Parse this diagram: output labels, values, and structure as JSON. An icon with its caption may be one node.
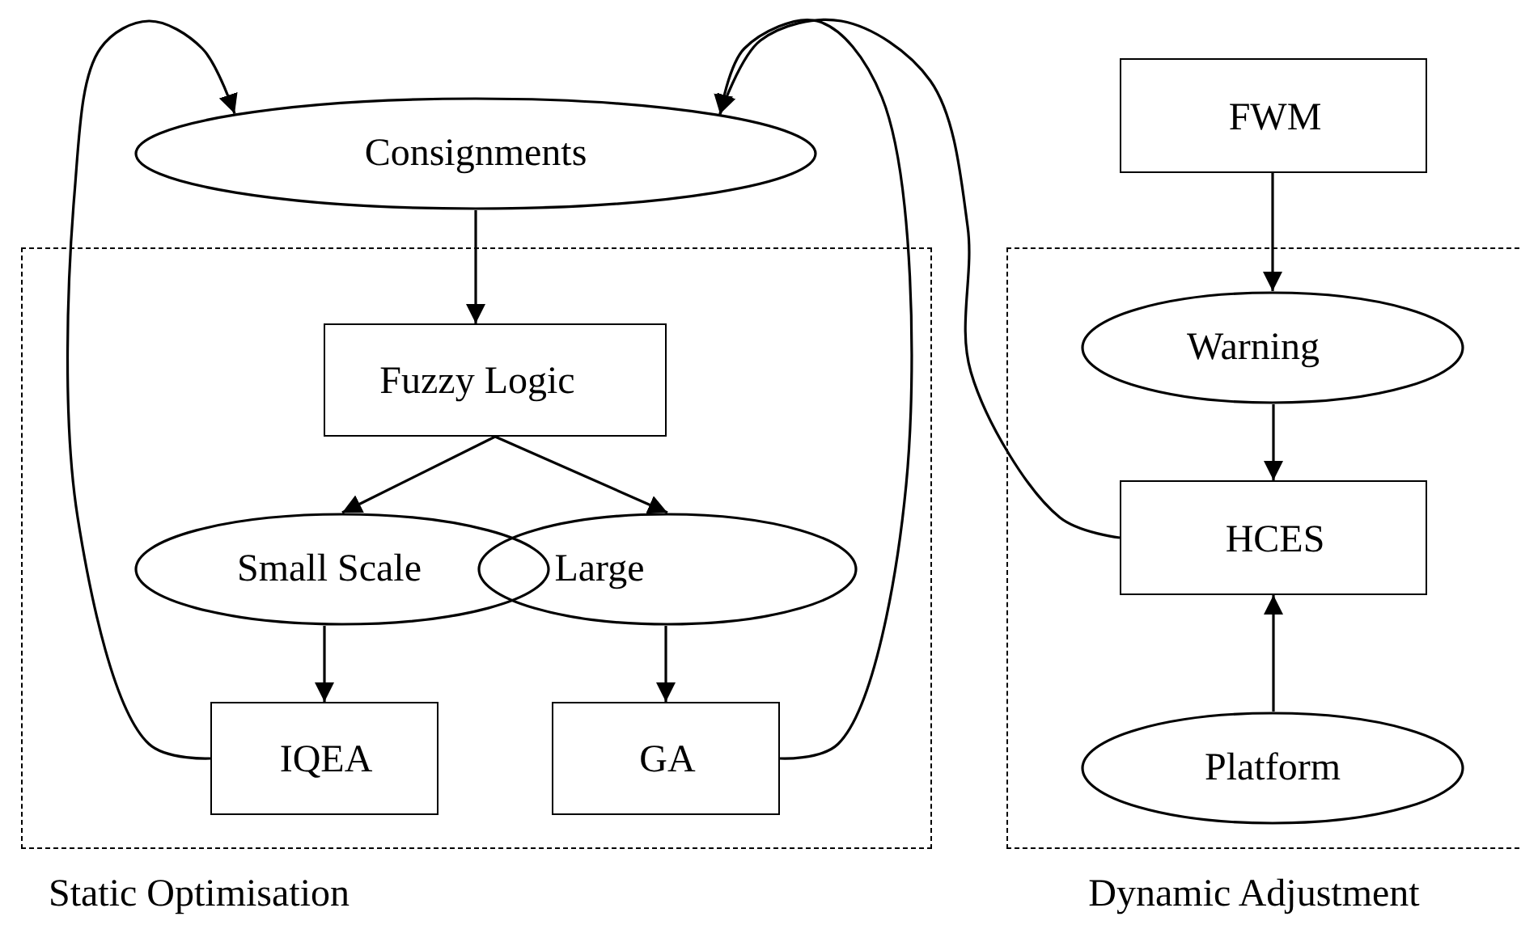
{
  "diagram": {
    "nodes": [
      {
        "text": [
          "Consignments"
        ]
      },
      {
        "text": [
          "Static Optimisation"
        ]
      },
      {
        "text": [
          "Fuzzy Logic"
        ],
        "in": 1
      },
      {
        "text": [
          "Small Scale"
        ],
        "in": 1
      },
      {
        "text": [
          "Large"
        ],
        "in": 1
      },
      {
        "text": [
          "IQEA"
        ],
        "in": 1
      },
      {
        "text": [
          "GA"
        ],
        "in": 1
      },
      {
        "text": [
          "FWM"
        ]
      },
      {
        "text": [
          "Dynamic Adjustment"
        ]
      },
      {
        "text": [
          "Warning"
        ],
        "in": 8
      },
      {
        "text": [
          "HCES"
        ],
        "in": 8
      },
      {
        "text": [
          "Platform"
        ],
        "in": 8
      }
    ],
    "edges": [
      {
        "from": 0,
        "to": 2,
        "arrow": "to"
      },
      {
        "from": 2,
        "to": 3,
        "arrow": "to"
      },
      {
        "from": 2,
        "to": 4,
        "arrow": "to"
      },
      {
        "from": 3,
        "to": 5,
        "arrow": "to"
      },
      {
        "from": 4,
        "to": 6,
        "arrow": "to"
      },
      {
        "from": 5,
        "to": 0,
        "arrow": "to"
      },
      {
        "from": 6,
        "to": 0,
        "arrow": "to"
      },
      {
        "from": 10,
        "to": 0,
        "arrow": "to"
      },
      {
        "from": 7,
        "to": 9,
        "arrow": "to"
      },
      {
        "from": 9,
        "to": 10,
        "arrow": "to"
      },
      {
        "from": 11,
        "to": 10,
        "arrow": "to"
      }
    ]
  }
}
